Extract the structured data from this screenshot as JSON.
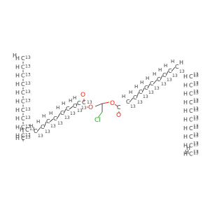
{
  "molecule": {
    "atom_symbols": {
      "carbon": "C",
      "hydrogen": "H",
      "oxygen": "O",
      "chlorine": "Cl"
    },
    "isotope_label": "13",
    "colors": {
      "carbon": "#3a3a3a",
      "oxygen": "#e8281e",
      "chlorine": "#2aa52a"
    }
  }
}
